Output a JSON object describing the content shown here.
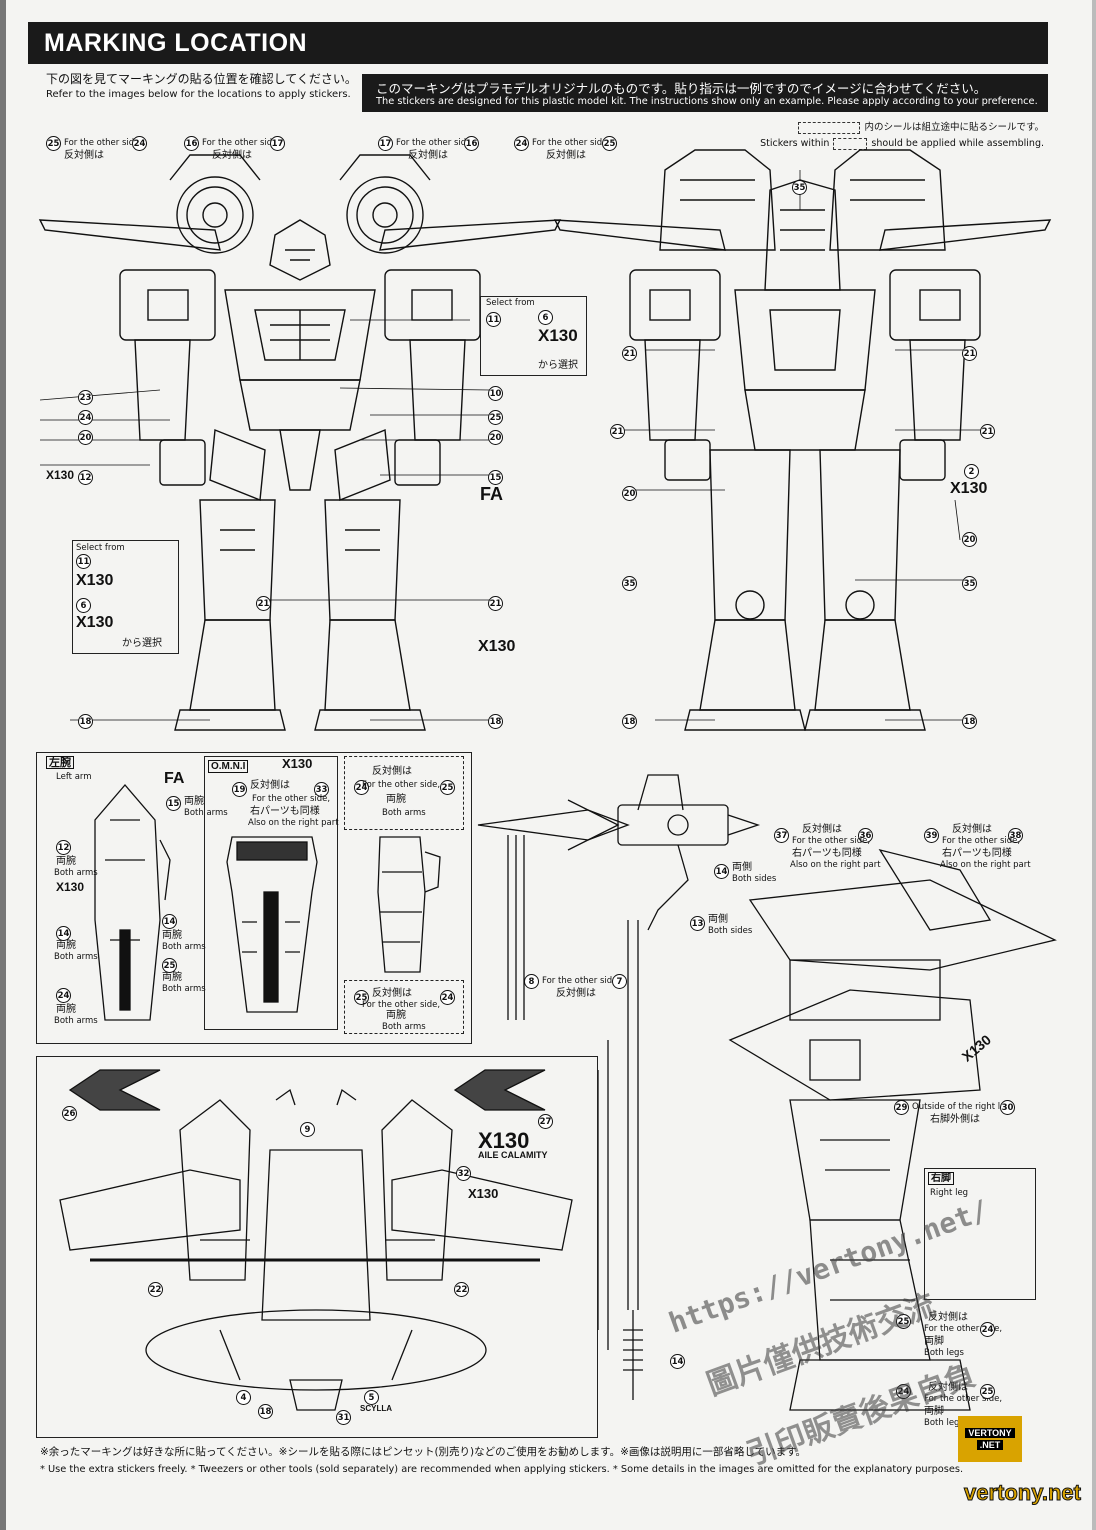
{
  "header": {
    "title": "MARKING LOCATION"
  },
  "intro": {
    "jp": "下の図を見てマーキングの貼る位置を確認してください。",
    "en": "Refer to the images below for the locations to apply stickers."
  },
  "notice": {
    "jp": "このマーキングはプラモデルオリジナルのものです。貼り指示は一例ですのでイメージに合わせてください。",
    "en": "The stickers are designed for this plastic model kit. The instructions show only an example. Please apply according to your preference."
  },
  "assembly_note": {
    "jp": "内のシールは組立途中に貼るシールです。",
    "en_before": "Stickers within",
    "en_after": "should be applied while assembling."
  },
  "labels": {
    "other_side": "For the other side,",
    "other_side_jp": "反対側は",
    "select_from": "Select from",
    "select_jp": "から選択",
    "x130": "X130",
    "aile_calamity": "AILE CALAMITY",
    "left_arm_jp": "左腕",
    "left_arm": "Left arm",
    "both_arms_jp": "両腕",
    "both_arms": "Both arms",
    "right_part_jp": "右パーツも同様",
    "right_part": "Also on the right part",
    "both_sides_jp": "両側",
    "both_sides": "Both sides",
    "right_leg_outside": "Outside of the right leg,",
    "right_leg_outside_jp": "右脚外側は",
    "right_leg_jp": "右脚",
    "right_leg": "Right leg",
    "both_legs_jp": "両脚",
    "both_legs": "Both legs",
    "omni": "O.M.N.I",
    "fa": "FA",
    "scylla": "SCYLLA"
  },
  "numbers": {
    "n2": "2",
    "n4": "4",
    "n5": "5",
    "n6": "6",
    "n7": "7",
    "n8": "8",
    "n9": "9",
    "n10": "10",
    "n11": "11",
    "n12": "12",
    "n13": "13",
    "n14": "14",
    "n15": "15",
    "n16": "16",
    "n17": "17",
    "n18": "18",
    "n19": "19",
    "n20": "20",
    "n21": "21",
    "n22": "22",
    "n23": "23",
    "n24": "24",
    "n25": "25",
    "n26": "26",
    "n27": "27",
    "n29": "29",
    "n30": "30",
    "n31": "31",
    "n32": "32",
    "n33": "33",
    "n35": "35",
    "n36": "36",
    "n37": "37",
    "n38": "38",
    "n39": "39"
  },
  "footer": {
    "jp": "※余ったマーキングは好きな所に貼ってください。※シールを貼る際にはピンセット(別売り)などのご使用をお勧めします。※画像は説明用に一部省略しています。",
    "en": "* Use the extra stickers freely. * Tweezers or other tools (sold separately) are recommended when applying stickers. * Some details in the images are omitted for the explanatory purposes."
  },
  "watermark": {
    "url": "https://vertony.net/",
    "jp1": "圖片僅供技術交流",
    "jp2": "引印販賣後果自負",
    "logo_line1": "VERTONY",
    "logo_line2": ".NET",
    "logo_url": "vertony.net"
  }
}
